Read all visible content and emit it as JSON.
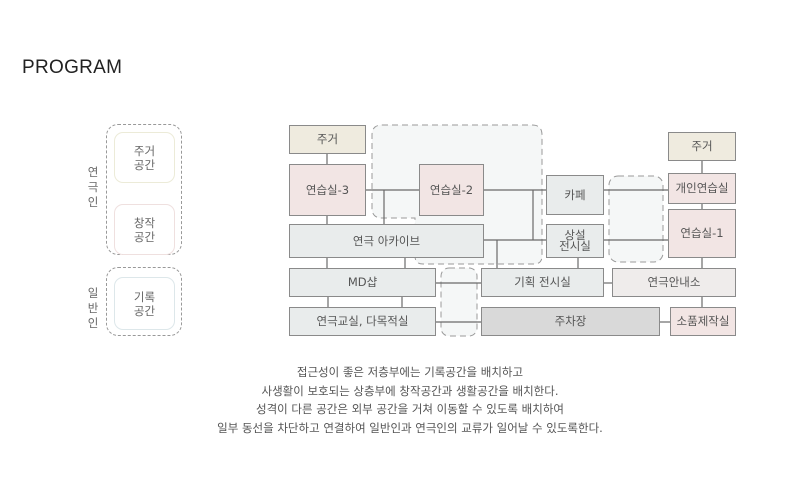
{
  "title": "PROGRAM",
  "legend": {
    "groups": [
      {
        "label": "연극인",
        "items": [
          "주거\n공간",
          "창작\n공간"
        ]
      },
      {
        "label": "일반인",
        "items": [
          "기록\n공간"
        ]
      }
    ],
    "colors": {
      "residence": "#efebdf",
      "creative": "#f2e5e4",
      "archive": "#e9ecec"
    }
  },
  "diagram": {
    "residence_left": "주거",
    "practice_3": "연습실-3",
    "practice_2": "연습실-2",
    "cafe": "카페",
    "permanent_exhibit": "상설\n전시실",
    "residence_right": "주거",
    "private_practice": "개인연습실",
    "practice_1": "연습실-1",
    "archive": "연극 아카이브",
    "md_shop": "MD샵",
    "special_exhibit": "기획 전시실",
    "info_center": "연극안내소",
    "classroom": "연극교실, 다목적실",
    "parking": "주차장",
    "prop_workshop": "소품제작실"
  },
  "description": [
    "접근성이 좋은 저층부에는 기록공간을 배치하고",
    "사생활이 보호되는 상층부에 창작공간과 생활공간을 배치한다.",
    "성격이 다른 공간은 외부 공간을 거쳐 이동할 수 있도록 배치하여",
    "일부 동선을 차단하고 연결하여 일반인과 연극인의 교류가 일어날 수 있도록한다."
  ]
}
